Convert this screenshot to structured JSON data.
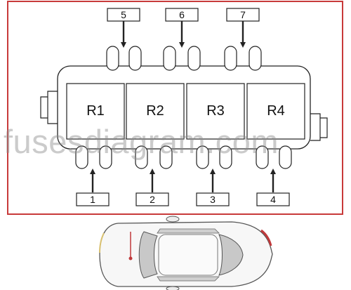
{
  "watermark": "fusesdiagram.com",
  "colors": {
    "frame": "#c83a3a",
    "line": "#222222",
    "car_marker": "#c0393b",
    "car_body": "#f7f7f7",
    "car_glass": "#c8c8c8"
  },
  "relays": [
    "R1",
    "R2",
    "R3",
    "R4"
  ],
  "top_labels": [
    "5",
    "6",
    "7"
  ],
  "bottom_labels": [
    "1",
    "2",
    "3",
    "4"
  ]
}
